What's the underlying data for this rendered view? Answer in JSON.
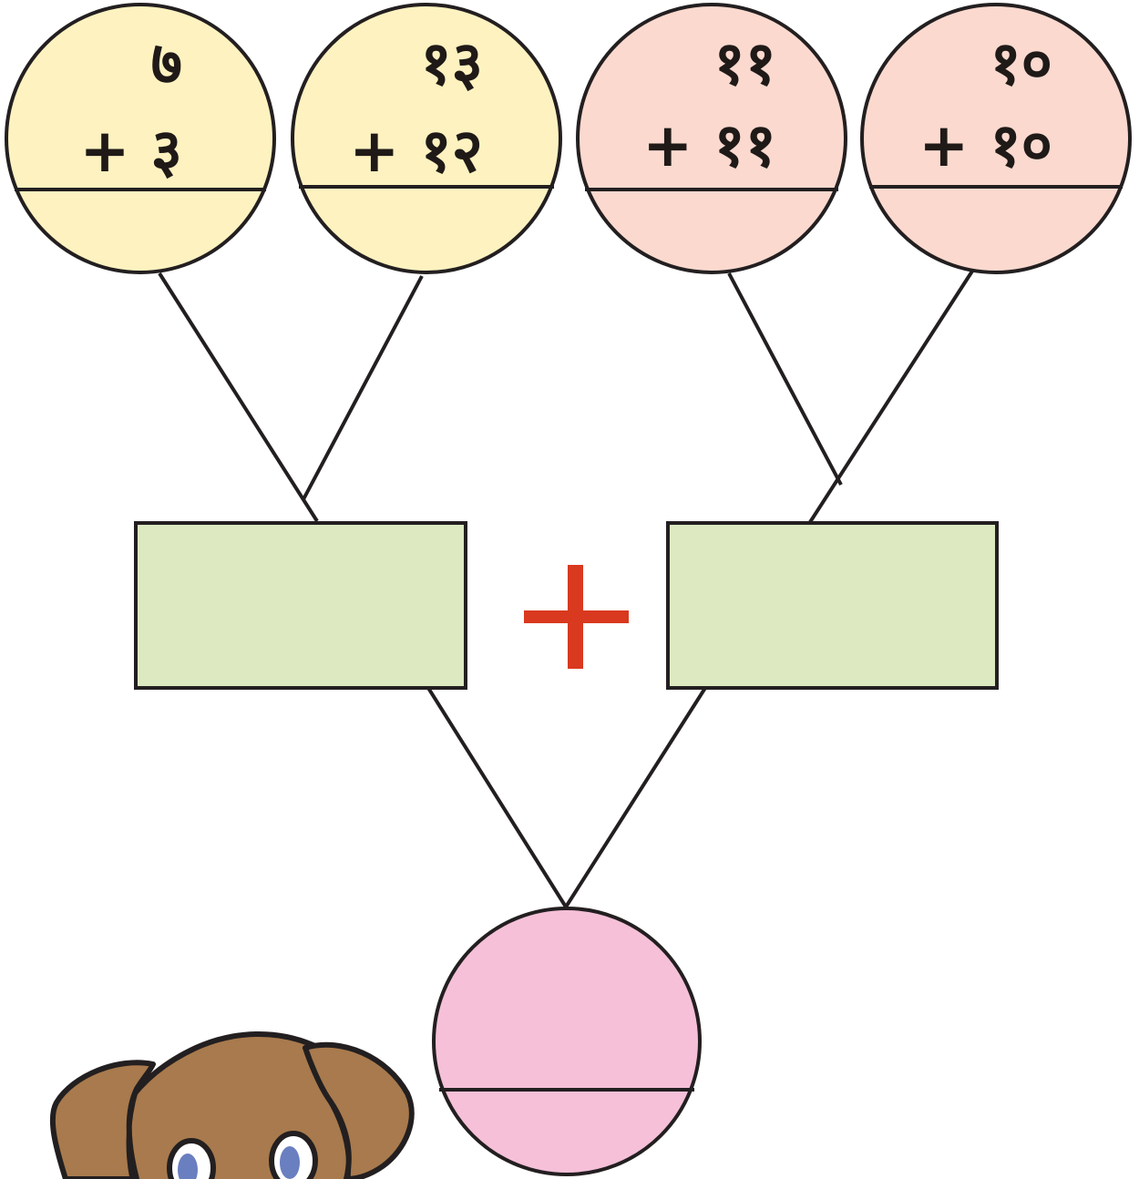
{
  "colors": {
    "yellow_circle": "#fdf2c0",
    "peach_circle": "#fbd9cf",
    "green_box": "#dce9c1",
    "pink_circle": "#f5c0d8",
    "plus_sign": "#d9391f",
    "outline": "#231f20",
    "dog_fur": "#a87a4d"
  },
  "icons": {
    "plus_sign": "plus-icon",
    "mascot": "dog-icon"
  },
  "problems": [
    {
      "top": "७",
      "bottom": "+ ३",
      "color": "yellow"
    },
    {
      "top": "१३",
      "bottom": "+ १२",
      "color": "yellow"
    },
    {
      "top": "११",
      "bottom": "+ ११",
      "color": "peach"
    },
    {
      "top": "१०",
      "bottom": "+ १०",
      "color": "peach"
    }
  ]
}
